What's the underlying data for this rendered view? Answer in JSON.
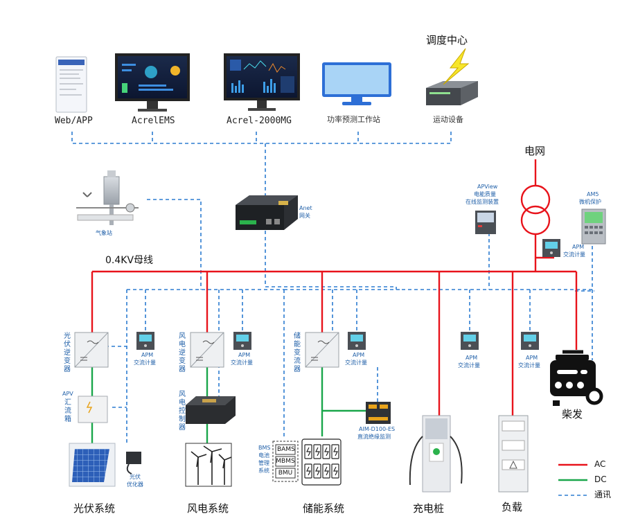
{
  "top": {
    "webapp": "Web/APP",
    "acrelems": "AcrelEMS",
    "acrel2000": "Acrel-2000MG",
    "forecast": "功率预测工作站",
    "dispatch_center": "调度中心",
    "remote_device": "运动设备"
  },
  "grid": "电网",
  "busbar": "0.4KV母线",
  "gateway": {
    "line1": "Anet",
    "line2": "网关"
  },
  "weather": "气象站",
  "apview": {
    "line1": "APView",
    "line2": "电能质量",
    "line3": "在线监测装置"
  },
  "am5": {
    "line1": "AM5",
    "line2": "微机保护"
  },
  "apm_grid": {
    "line1": "APM",
    "line2": "交流计量"
  },
  "meters": [
    {
      "line1": "APM",
      "line2": "交流计量"
    },
    {
      "line1": "APM",
      "line2": "交流计量"
    },
    {
      "line1": "APM",
      "line2": "交流计量"
    },
    {
      "line1": "APM",
      "line2": "交流计量"
    },
    {
      "line1": "APM",
      "line2": "交流计量"
    }
  ],
  "pv": {
    "inverter": "光伏逆变器",
    "combiner_prefix": "APV",
    "combiner": "汇流箱",
    "optimizer_line1": "光伏",
    "optimizer_line2": "优化器",
    "system": "光伏系统"
  },
  "wind": {
    "inverter": "风电逆变器",
    "controller": "风电控制器",
    "system": "风电系统"
  },
  "storage": {
    "pcs": "储能变流器",
    "bms_line1": "BMS",
    "bms_line2": "电池",
    "bms_line3": "管理",
    "bms_line4": "系统",
    "bams": "BAMS",
    "mbms": "MBMS",
    "bmu": "BMU",
    "aim_line1": "AIM-D100-ES",
    "aim_line2": "直流绝缘监测",
    "system": "储能系统"
  },
  "charger": "充电桩",
  "load": "负载",
  "diesel": "柴发",
  "legend": {
    "ac": "AC",
    "dc": "DC",
    "comm": "通讯"
  },
  "colors": {
    "ac": "#e8131b",
    "dc": "#19a64a",
    "comm": "#2b7bd0"
  }
}
